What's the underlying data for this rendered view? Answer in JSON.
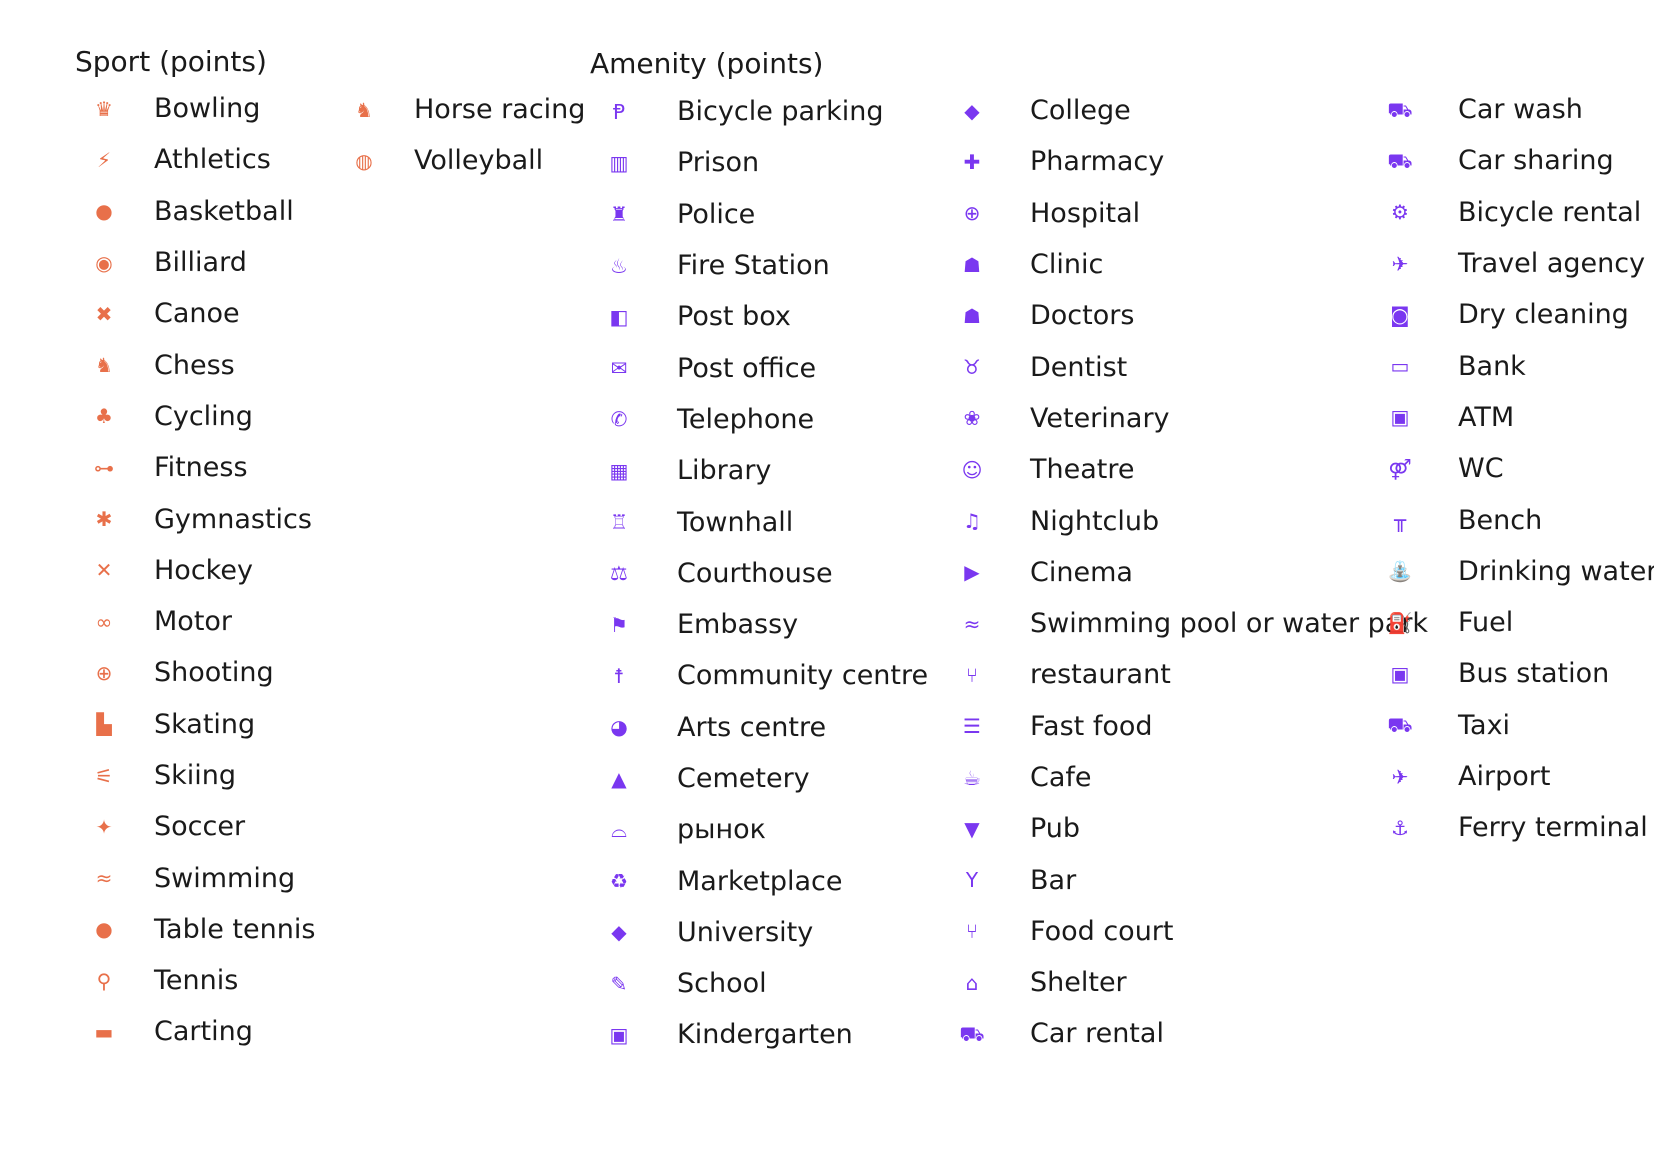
{
  "colors": {
    "sport_icon": "#e8704a",
    "amenity_icon": "#7a37f0",
    "text": "#1a1a1a"
  },
  "sport": {
    "heading": "Sport (points)",
    "columns": [
      [
        {
          "label": "Bowling",
          "icon": "bowling-icon",
          "glyph": "♛"
        },
        {
          "label": "Athletics",
          "icon": "athletics-icon",
          "glyph": "⚡"
        },
        {
          "label": "Basketball",
          "icon": "basketball-icon",
          "glyph": "●"
        },
        {
          "label": "Billiard",
          "icon": "billiard-icon",
          "glyph": "◉"
        },
        {
          "label": "Canoe",
          "icon": "canoe-icon",
          "glyph": "✖"
        },
        {
          "label": "Chess",
          "icon": "chess-icon",
          "glyph": "♞"
        },
        {
          "label": "Cycling",
          "icon": "cycling-icon",
          "glyph": "♣"
        },
        {
          "label": "Fitness",
          "icon": "fitness-icon",
          "glyph": "⊶"
        },
        {
          "label": "Gymnastics",
          "icon": "gymnastics-icon",
          "glyph": "✱"
        },
        {
          "label": "Hockey",
          "icon": "hockey-icon",
          "glyph": "✕"
        },
        {
          "label": "Motor",
          "icon": "motor-icon",
          "glyph": "∞"
        },
        {
          "label": "Shooting",
          "icon": "shooting-icon",
          "glyph": "⊕"
        },
        {
          "label": "Skating",
          "icon": "skating-icon",
          "glyph": "▙"
        },
        {
          "label": "Skiing",
          "icon": "skiing-icon",
          "glyph": "⚟"
        },
        {
          "label": "Soccer",
          "icon": "soccer-icon",
          "glyph": "✦"
        },
        {
          "label": "Swimming",
          "icon": "swimming-icon",
          "glyph": "≈"
        },
        {
          "label": "Table tennis",
          "icon": "table-tennis-icon",
          "glyph": "●"
        },
        {
          "label": "Tennis",
          "icon": "tennis-icon",
          "glyph": "⚲"
        },
        {
          "label": "Carting",
          "icon": "carting-icon",
          "glyph": "▬"
        }
      ],
      [
        {
          "label": "Horse racing",
          "icon": "horse-racing-icon",
          "glyph": "♞"
        },
        {
          "label": "Volleyball",
          "icon": "volleyball-icon",
          "glyph": "◍"
        }
      ]
    ]
  },
  "amenity": {
    "heading": "Amenity (points)",
    "columns": [
      [
        {
          "label": "Bicycle parking",
          "icon": "bicycle-parking-icon",
          "glyph": "Ᵽ"
        },
        {
          "label": "Prison",
          "icon": "prison-icon",
          "glyph": "▥"
        },
        {
          "label": "Police",
          "icon": "police-icon",
          "glyph": "♜"
        },
        {
          "label": "Fire Station",
          "icon": "fire-station-icon",
          "glyph": "♨"
        },
        {
          "label": "Post box",
          "icon": "post-box-icon",
          "glyph": "◧"
        },
        {
          "label": "Post office",
          "icon": "post-office-icon",
          "glyph": "✉"
        },
        {
          "label": "Telephone",
          "icon": "telephone-icon",
          "glyph": "✆"
        },
        {
          "label": "Library",
          "icon": "library-icon",
          "glyph": "▦"
        },
        {
          "label": "Townhall",
          "icon": "townhall-icon",
          "glyph": "♖"
        },
        {
          "label": "Courthouse",
          "icon": "courthouse-icon",
          "glyph": "⚖"
        },
        {
          "label": "Embassy",
          "icon": "embassy-icon",
          "glyph": "⚑"
        },
        {
          "label": "Community centre",
          "icon": "community-centre-icon",
          "glyph": "☨"
        },
        {
          "label": "Arts centre",
          "icon": "arts-centre-icon",
          "glyph": "◕"
        },
        {
          "label": "Cemetery",
          "icon": "cemetery-icon",
          "glyph": "▲"
        },
        {
          "label": "рынок",
          "icon": "market-icon",
          "glyph": "⌓"
        },
        {
          "label": "Marketplace",
          "icon": "marketplace-icon",
          "glyph": "♻"
        },
        {
          "label": "University",
          "icon": "university-icon",
          "glyph": "◆"
        },
        {
          "label": "School",
          "icon": "school-icon",
          "glyph": "✎"
        },
        {
          "label": "Kindergarten",
          "icon": "kindergarten-icon",
          "glyph": "▣"
        }
      ],
      [
        {
          "label": "College",
          "icon": "college-icon",
          "glyph": "◆"
        },
        {
          "label": "Pharmacy",
          "icon": "pharmacy-icon",
          "glyph": "✚"
        },
        {
          "label": "Hospital",
          "icon": "hospital-icon",
          "glyph": "⊕"
        },
        {
          "label": "Clinic",
          "icon": "clinic-icon",
          "glyph": "☗"
        },
        {
          "label": "Doctors",
          "icon": "doctors-icon",
          "glyph": "☗"
        },
        {
          "label": "Dentist",
          "icon": "dentist-icon",
          "glyph": "♉"
        },
        {
          "label": "Veterinary",
          "icon": "veterinary-icon",
          "glyph": "❀"
        },
        {
          "label": "Theatre",
          "icon": "theatre-icon",
          "glyph": "☺"
        },
        {
          "label": "Nightclub",
          "icon": "nightclub-icon",
          "glyph": "♫"
        },
        {
          "label": "Cinema",
          "icon": "cinema-icon",
          "glyph": "▶"
        },
        {
          "label": "Swimming pool or water park",
          "icon": "swimming-pool-icon",
          "glyph": "≈"
        },
        {
          "label": "restaurant",
          "icon": "restaurant-icon",
          "glyph": "⑂"
        },
        {
          "label": "Fast food",
          "icon": "fast-food-icon",
          "glyph": "☰"
        },
        {
          "label": "Cafe",
          "icon": "cafe-icon",
          "glyph": "☕"
        },
        {
          "label": "Pub",
          "icon": "pub-icon",
          "glyph": "▼"
        },
        {
          "label": "Bar",
          "icon": "bar-icon",
          "glyph": "Y"
        },
        {
          "label": "Food court",
          "icon": "food-court-icon",
          "glyph": "⑂"
        },
        {
          "label": "Shelter",
          "icon": "shelter-icon",
          "glyph": "⌂"
        },
        {
          "label": "Car rental",
          "icon": "car-rental-icon",
          "glyph": "⛟"
        }
      ],
      [
        {
          "label": "Car wash",
          "icon": "car-wash-icon",
          "glyph": "⛟"
        },
        {
          "label": "Car sharing",
          "icon": "car-sharing-icon",
          "glyph": "⛟"
        },
        {
          "label": "Bicycle rental",
          "icon": "bicycle-rental-icon",
          "glyph": "⚙"
        },
        {
          "label": "Travel agency",
          "icon": "travel-agency-icon",
          "glyph": "✈"
        },
        {
          "label": "Dry cleaning",
          "icon": "dry-cleaning-icon",
          "glyph": "◙"
        },
        {
          "label": "Bank",
          "icon": "bank-icon",
          "glyph": "▭"
        },
        {
          "label": "ATM",
          "icon": "atm-icon",
          "glyph": "▣"
        },
        {
          "label": "WC",
          "icon": "wc-icon",
          "glyph": "⚤"
        },
        {
          "label": "Bench",
          "icon": "bench-icon",
          "glyph": "╥"
        },
        {
          "label": "Drinking water",
          "icon": "drinking-water-icon",
          "glyph": "⛲"
        },
        {
          "label": "Fuel",
          "icon": "fuel-icon",
          "glyph": "⛽"
        },
        {
          "label": "Bus station",
          "icon": "bus-station-icon",
          "glyph": "▣"
        },
        {
          "label": "Taxi",
          "icon": "taxi-icon",
          "glyph": "⛟"
        },
        {
          "label": "Airport",
          "icon": "airport-icon",
          "glyph": "✈"
        },
        {
          "label": "Ferry terminal",
          "icon": "ferry-terminal-icon",
          "glyph": "⚓"
        }
      ]
    ]
  }
}
